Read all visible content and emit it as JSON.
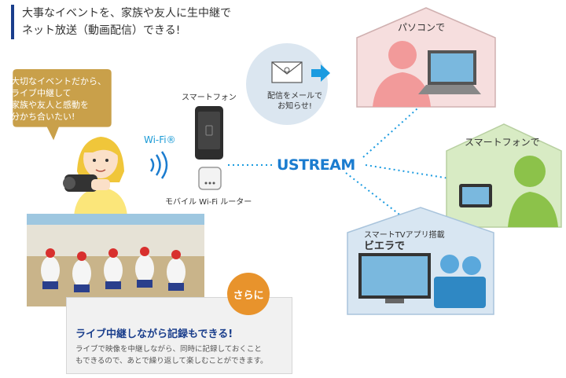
{
  "headline": {
    "line1": "大事なイベントを、家族や友人に生中継で",
    "line2": "ネット放送（動画配信）できる!"
  },
  "speech_bubble": {
    "line1": "大切なイベントだから、",
    "line2": "ライブ中継して",
    "line3": "家族や友人と感動を",
    "line4": "分かち合いたい!"
  },
  "devices": {
    "smartphone_label": "スマートフォン",
    "router_label": "モバイル Wi-Fi ルーター",
    "wifi_label": "Wi-Fi®"
  },
  "mail_notice": {
    "line1": "配信をメールで",
    "line2": "お知らせ!"
  },
  "service": {
    "name": "USTREAM"
  },
  "destinations": {
    "pc": "パソコンで",
    "smartphone": "スマートフォンで",
    "tv_line1": "スマートTVアプリ搭載",
    "tv_line2": "ビエラで"
  },
  "extra": {
    "badge": "さらに",
    "title": "ライブ中継しながら記録もできる!",
    "body_line1": "ライブで映像を中継しながら、同時に記録しておくこと",
    "body_line2": "もできるので、あとで繰り返して楽しむことができます。"
  },
  "colors": {
    "accent_blue": "#1b7ccf",
    "bubble_gold": "#c9a04a",
    "house_pink": "#f6dede",
    "house_green": "#d8ebc4",
    "house_blue": "#d8e6f2",
    "badge_orange": "#e8932c"
  },
  "icons": [
    "envelope-icon",
    "arrow-right-icon",
    "wifi-waves-icon",
    "smartphone-icon",
    "router-icon"
  ]
}
